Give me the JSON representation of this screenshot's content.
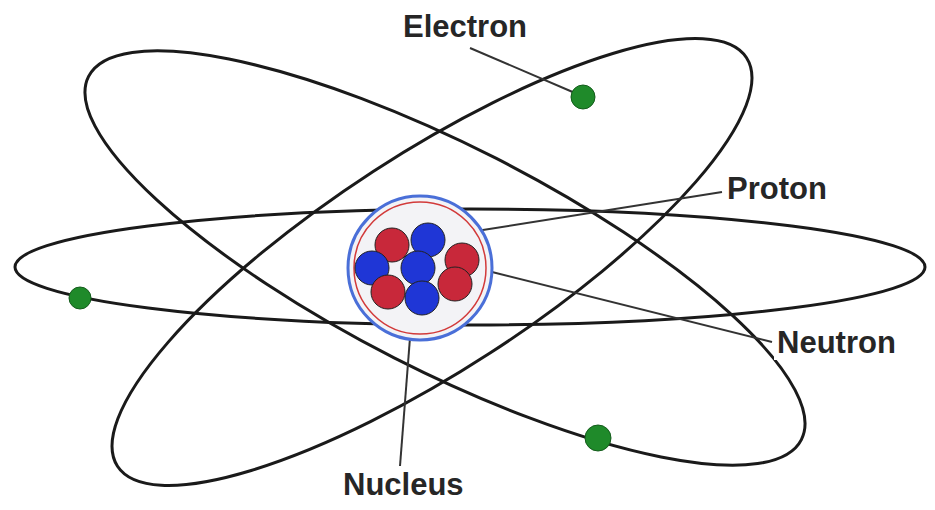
{
  "diagram": {
    "labels": [
      "Electron",
      "Proton",
      "Neutron",
      "Nucleus"
    ]
  }
}
